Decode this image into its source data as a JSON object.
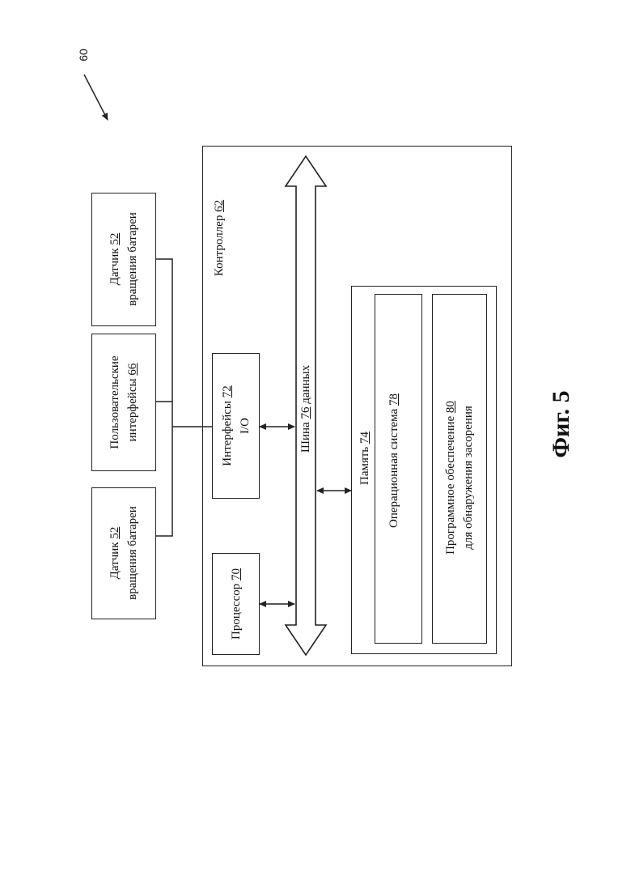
{
  "reference_numeral": "60",
  "sensor_left": {
    "line1": "Датчик",
    "num": "52",
    "line2": "вращения батареи"
  },
  "user_interfaces": {
    "line1": "Пользовательские",
    "line2": "интерфейсы",
    "num": "66"
  },
  "sensor_right": {
    "line1": "Датчик",
    "num": "52",
    "line2": "вращения батареи"
  },
  "controller": {
    "label": "Контроллер",
    "num": "62"
  },
  "processor": {
    "label": "Процессор",
    "num": "70"
  },
  "io": {
    "line1": "Интерфейсы",
    "num": "72",
    "line2": "I/O"
  },
  "bus": {
    "label": "Шина",
    "num": "76",
    "suffix": "данных"
  },
  "memory": {
    "label": "Память",
    "num": "74"
  },
  "os": {
    "label": "Операционная система",
    "num": "78"
  },
  "software": {
    "line1": "Программное обеспечение",
    "num": "80",
    "line2": "для обнаружения засорения"
  },
  "figure_label": "Фиг. 5"
}
